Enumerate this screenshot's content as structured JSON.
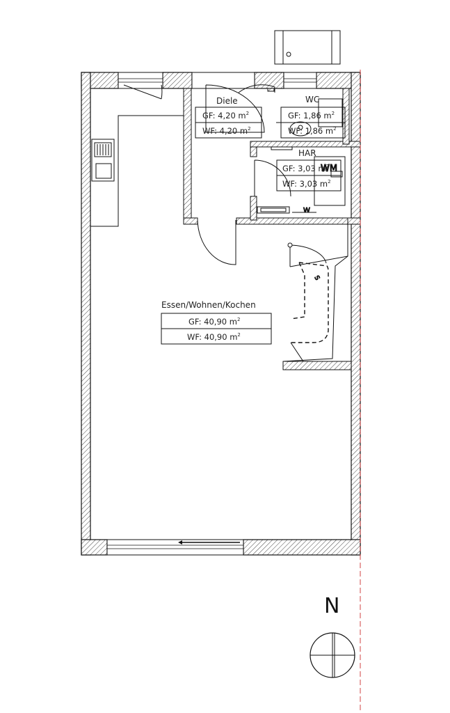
{
  "plan": {
    "rooms": {
      "diele": {
        "name": "Diele",
        "gf": "GF: 4,20 m",
        "wf": "WF: 4,20 m",
        "sup": "2"
      },
      "wc": {
        "name": "WC",
        "gf": "GF: 1,86 m",
        "wf": "WF: 1,86 m",
        "sup": "2"
      },
      "har": {
        "name": "HAR",
        "gf": "GF: 3,03 m",
        "wf": "WF: 3,03 m",
        "sup": "2"
      },
      "living": {
        "name": "Essen/Wohnen/Kochen",
        "gf": "GF: 40,90 m",
        "wf": "WF: 40,90 m",
        "sup": "2"
      }
    },
    "fixtures": {
      "wm": "WM",
      "w": "W",
      "stair_label": "S"
    },
    "north_label": "N"
  },
  "colors": {
    "line": "#111111",
    "hatch": "#333333",
    "dash_red": "#d04040"
  }
}
